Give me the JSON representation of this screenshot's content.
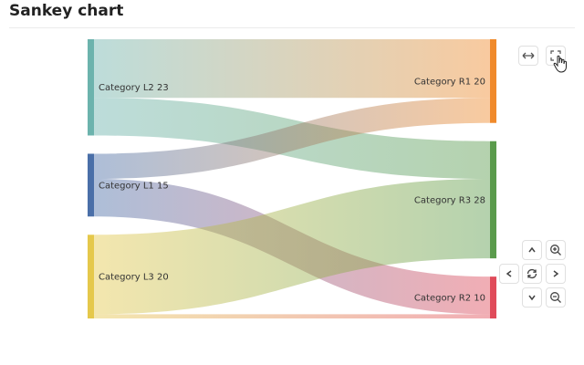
{
  "page": {
    "title": "Sankey chart"
  },
  "colors": {
    "L2": "#6cb3ad",
    "L1": "#4a6fa8",
    "L3": "#e5c84b",
    "R1": "#f08a2b",
    "R3": "#5a9b4c",
    "R2": "#e04b5a"
  },
  "controls": {
    "icons": [
      "fit-width-icon",
      "fullscreen-icon",
      "pan-up-icon",
      "zoom-in-icon",
      "pan-left-icon",
      "reset-icon",
      "pan-right-icon",
      "pan-down-icon",
      "zoom-out-icon"
    ]
  },
  "chart_data": {
    "type": "sankey",
    "title": "",
    "nodes": [
      {
        "id": "L2",
        "label": "Category L2 23",
        "value": 23,
        "side": "left"
      },
      {
        "id": "L1",
        "label": "Category L1 15",
        "value": 15,
        "side": "left"
      },
      {
        "id": "L3",
        "label": "Category L3 20",
        "value": 20,
        "side": "left"
      },
      {
        "id": "R1",
        "label": "Category R1 20",
        "value": 20,
        "side": "right"
      },
      {
        "id": "R3",
        "label": "Category R3 28",
        "value": 28,
        "side": "right"
      },
      {
        "id": "R2",
        "label": "Category R2 10",
        "value": 10,
        "side": "right"
      }
    ],
    "links": [
      {
        "source": "L2",
        "target": "R1",
        "value": 14
      },
      {
        "source": "L2",
        "target": "R3",
        "value": 9
      },
      {
        "source": "L1",
        "target": "R1",
        "value": 6
      },
      {
        "source": "L1",
        "target": "R2",
        "value": 9
      },
      {
        "source": "L3",
        "target": "R3",
        "value": 19
      },
      {
        "source": "L3",
        "target": "R2",
        "value": 1
      }
    ]
  }
}
